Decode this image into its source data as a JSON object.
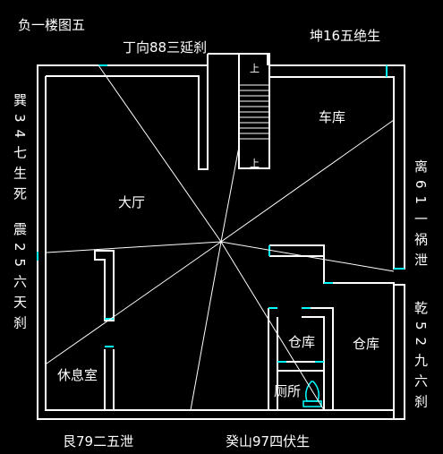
{
  "title": "负一楼图五",
  "top_labels": {
    "ding": "丁向88三延刹",
    "kun": "坤16五绝生"
  },
  "bottom_labels": {
    "gen": "艮79二五泄",
    "gui": "癸山97四伏生"
  },
  "left_labels": {
    "xun": "巽34七生死",
    "zhen": "震25六天刹"
  },
  "right_labels": {
    "li": "离61一祸泄",
    "qian": "乾52九六刹"
  },
  "rooms": {
    "garage": "车库",
    "hall": "大厅",
    "storage_1": "仓库",
    "storage_2": "仓库",
    "lounge": "休息室",
    "toilet": "厕所"
  },
  "stair_marks": {
    "top": "上",
    "bottom": "上"
  }
}
